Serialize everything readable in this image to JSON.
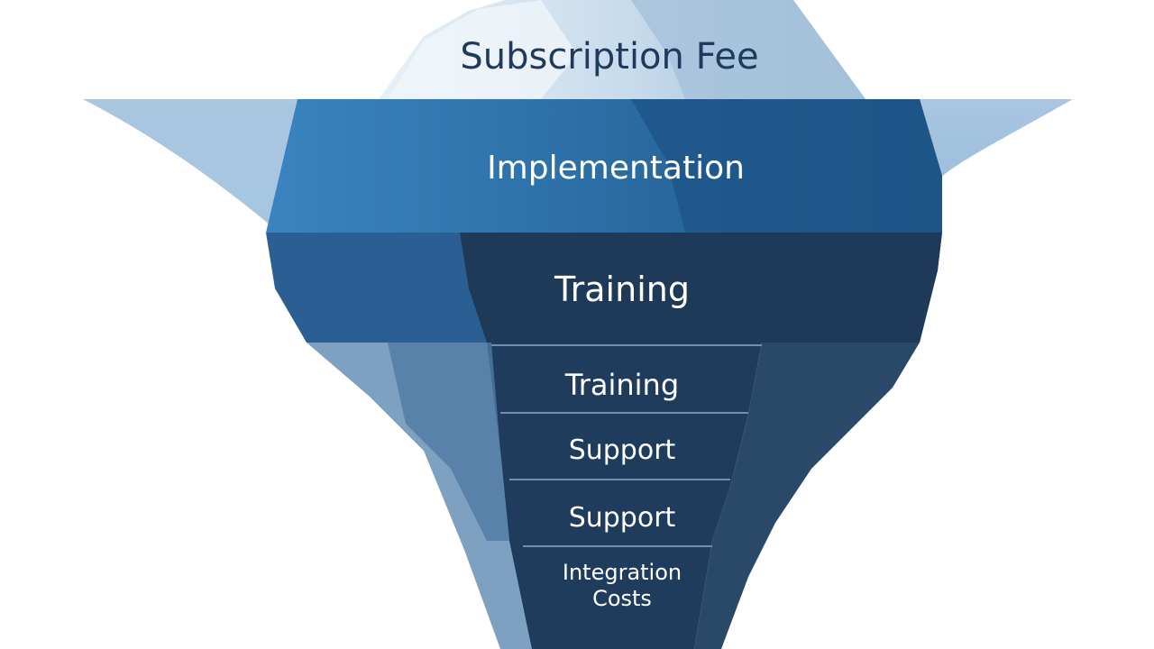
{
  "layers": [
    {
      "label": "Subscription Fee",
      "zone": "above-water"
    },
    {
      "label": "Implementation",
      "zone": "waterline"
    },
    {
      "label": "Training",
      "zone": "below-water"
    },
    {
      "label": "Training",
      "zone": "below-water"
    },
    {
      "label": "Support",
      "zone": "below-water"
    },
    {
      "label": "Support",
      "zone": "below-water"
    },
    {
      "label": "Integration",
      "label2": "Costs",
      "zone": "below-water"
    }
  ],
  "colors": {
    "title_text": "#1f3a5c",
    "label_text": "#ffffff",
    "sky_ice_light": "#dce9f4",
    "sky_ice_mid": "#a9c6de",
    "water": "#8fb5d6",
    "band_implementation": "#2f6fa6",
    "band_implementation_dark": "#1f5688",
    "band_training_top": "#2a5f94",
    "band_training_top_dark": "#1e3b5a",
    "band_lower_dark": "#1f3c5c",
    "band_lower_mid": "#2b4d71",
    "band_lower_side": "#7fa2c2",
    "divider": "#5f7f9f"
  }
}
